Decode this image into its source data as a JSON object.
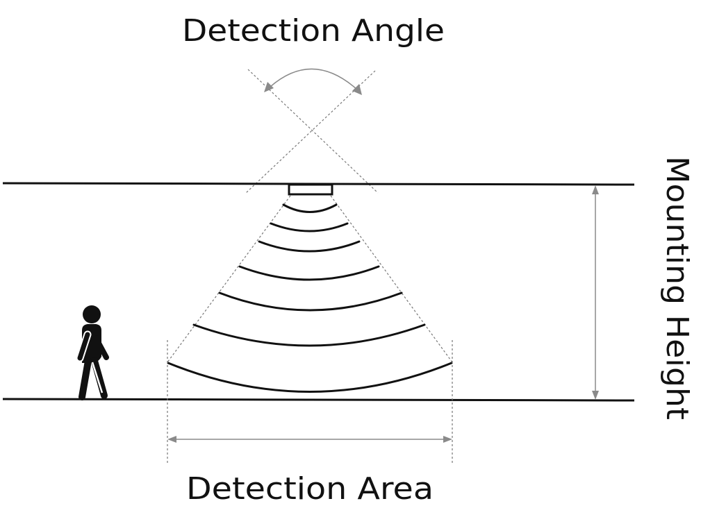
{
  "labels": {
    "detection_angle": "Detection Angle",
    "mounting_height": "Mounting Height",
    "detection_area": "Detection Area"
  },
  "icons": {
    "person": "walking-person-icon",
    "sensor": "motion-sensor-icon"
  },
  "colors": {
    "lines": "#111111",
    "dimension": "#8a8a8a"
  }
}
